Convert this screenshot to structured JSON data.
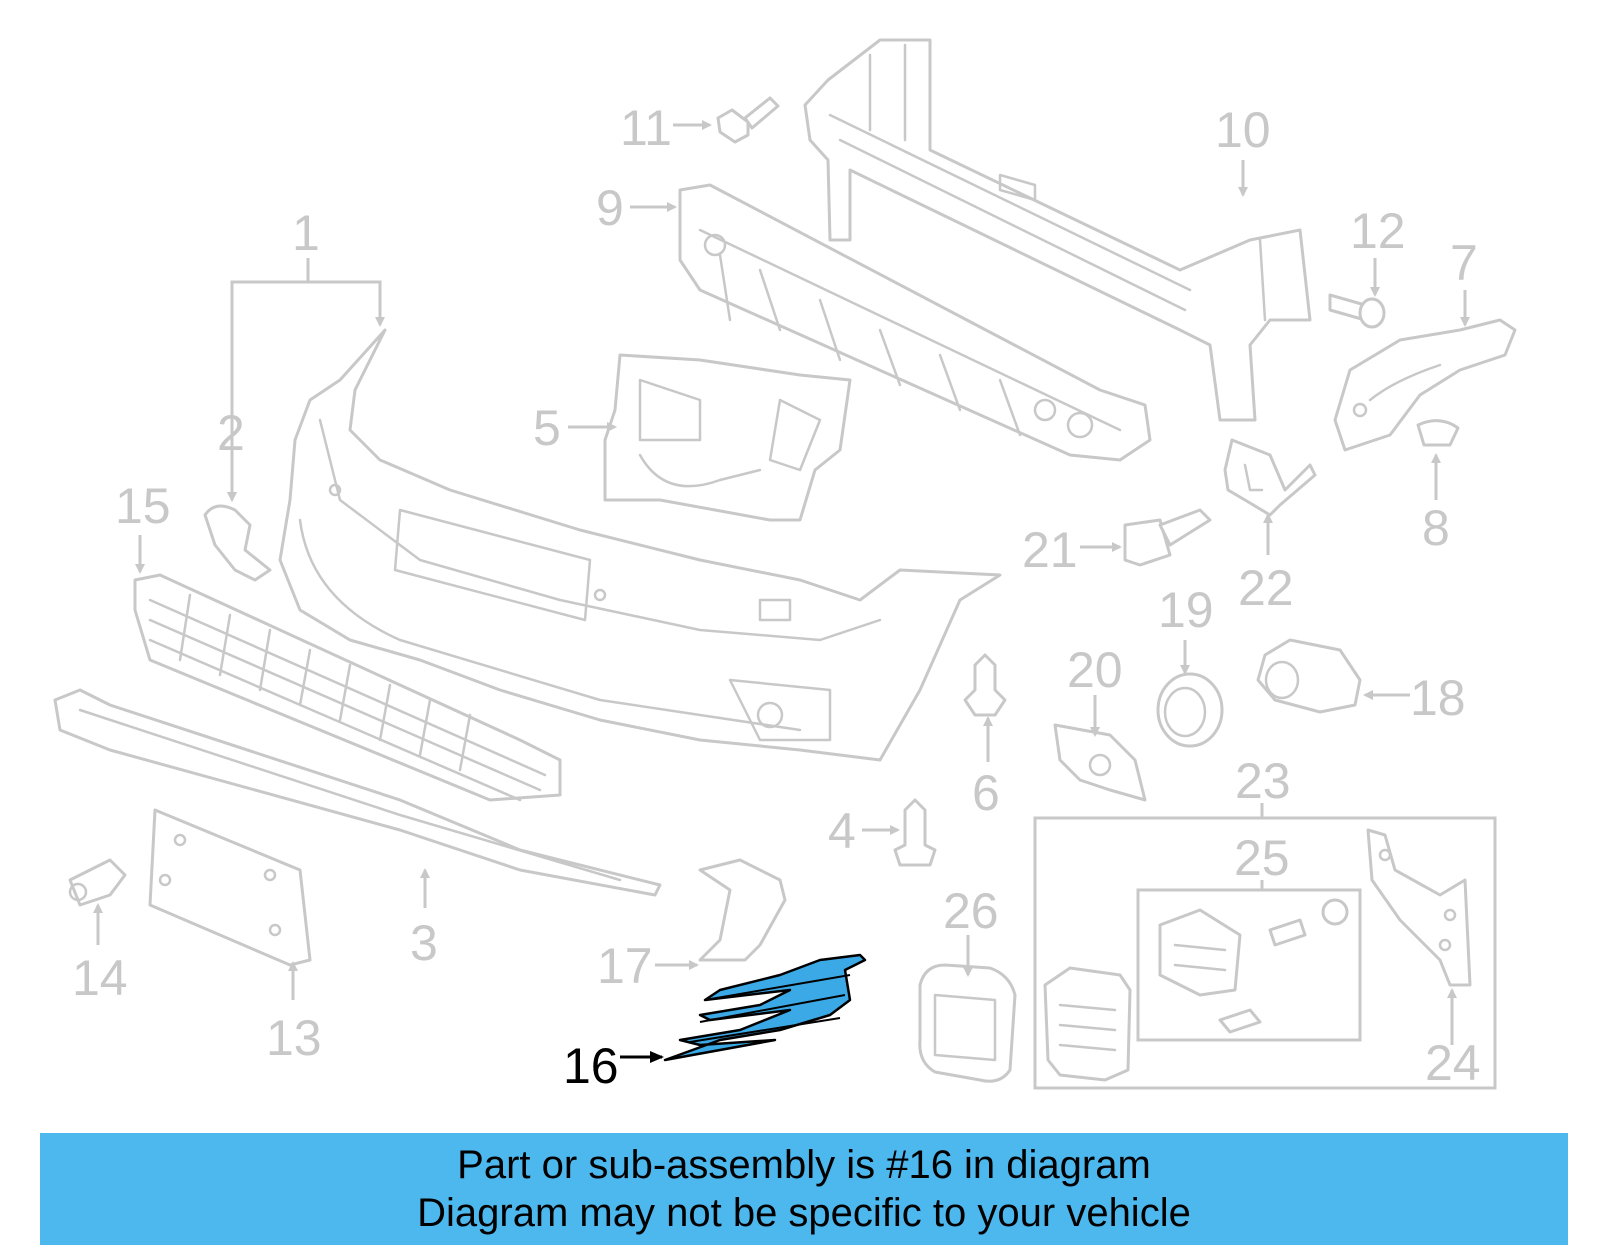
{
  "colors": {
    "banner": "#4db8ee",
    "highlight_part": "#3ba9e6",
    "line_art": "#c8c8c8",
    "highlight_label": "#000000"
  },
  "highlighted_part": "16",
  "callouts": {
    "c1": "1",
    "c2": "2",
    "c3": "3",
    "c4": "4",
    "c5": "5",
    "c6": "6",
    "c7": "7",
    "c8": "8",
    "c9": "9",
    "c10": "10",
    "c11": "11",
    "c12": "12",
    "c13": "13",
    "c14": "14",
    "c15": "15",
    "c16": "16",
    "c17": "17",
    "c18": "18",
    "c19": "19",
    "c20": "20",
    "c21": "21",
    "c22": "22",
    "c23": "23",
    "c24": "24",
    "c25": "25",
    "c26": "26"
  },
  "banner": {
    "line1": "Part or sub-assembly is #16 in diagram",
    "line2": "Diagram may not be specific to your vehicle"
  }
}
